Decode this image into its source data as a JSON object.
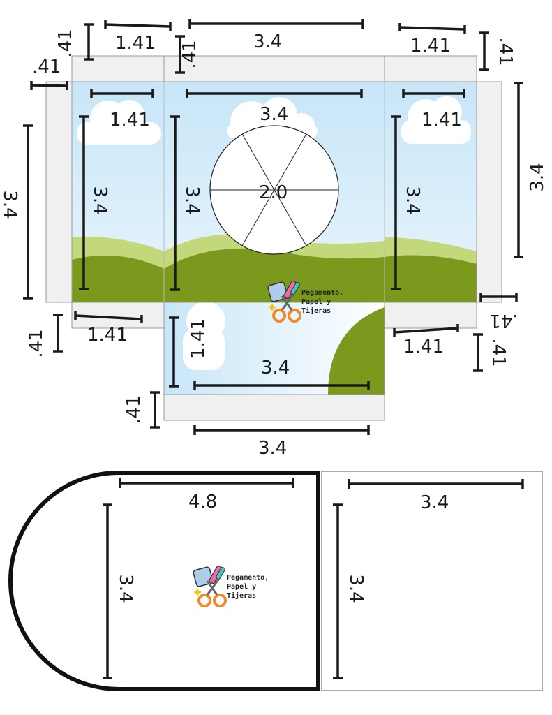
{
  "labels": {
    "top_flap_left_w": "1.41",
    "top_flap_mid_w": "3.4",
    "top_flap_right_w": "1.41",
    "top_flap_left_h": ".41",
    "top_flap_mid_h": ".41",
    "top_flap_right_h": ".41",
    "side_flap_left_w": ".41",
    "side_left_h": "3.4",
    "side_right_h": "3.4",
    "panel_left_w": "1.41",
    "panel_mid_w": "3.4",
    "panel_right_w": "1.41",
    "panel_left_h": "3.4",
    "panel_mid_h": "3.4",
    "panel_right_h": "3.4",
    "wheel_diameter": "2.0",
    "side_flap_right_w": ".41",
    "bottom_flap_left_w": "1.41",
    "bottom_flap_left_h": ".41",
    "bottom_flap_right_w": "1.41",
    "bottom_flap_right_h": ".41",
    "floor_h": "1.41",
    "floor_w": "3.4",
    "floor_flap_h": ".41",
    "floor_flap_w": "3.4",
    "arch_w": "4.8",
    "arch_h": "3.4",
    "square_w": "3.4",
    "square_h": "3.4"
  },
  "logo": {
    "line1": "Pegamento,",
    "line2": "Papel y",
    "line3": "Tijeras"
  },
  "colors": {
    "sky_top": "#c7e6f8",
    "sky_bottom": "#e8f4fd",
    "grass_dark": "#7b9a1d",
    "grass_light": "#c2d87a",
    "flap": "#f0f0f0",
    "line": "#1a1a1a",
    "cloud": "#ffffff"
  }
}
